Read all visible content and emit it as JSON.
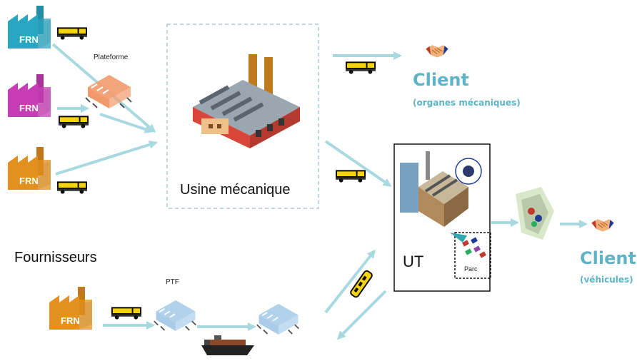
{
  "labels": {
    "plateforme": "Plateforme",
    "usine": "Usine mécanique",
    "fournisseurs": "Fournisseurs",
    "ptf": "PTF",
    "ut": "UT",
    "parc": "Parc",
    "client1_title": "Client",
    "client1_sub": "(organes mécaniques)",
    "client2_title": "Client",
    "client2_sub": "(véhicules)"
  },
  "factory_label": "FRN",
  "colors": {
    "arrow": "#a9d9e0",
    "client_text": "#5fb3c7",
    "frn_teal": "#29a6c1",
    "frn_magenta": "#c83cb6",
    "frn_orange": "#e3901e",
    "truck": "#f7d40a",
    "plant_box_border": "#a6cbd2"
  },
  "icons": [
    "factory-icon",
    "truck-icon",
    "platform-icon",
    "mechanical-plant-icon",
    "assembly-plant-icon",
    "handshake-icon",
    "ship-icon",
    "train-icon",
    "parc-icon",
    "dealer-icon"
  ]
}
